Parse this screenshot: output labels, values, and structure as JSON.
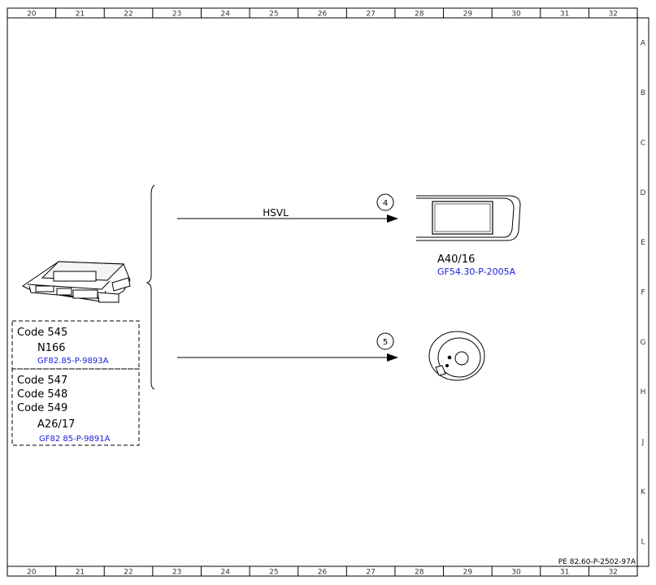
{
  "frame": {
    "columns": [
      "20",
      "21",
      "22",
      "23",
      "24",
      "25",
      "26",
      "27",
      "28",
      "29",
      "30",
      "31",
      "32"
    ],
    "rows": [
      "A",
      "B",
      "C",
      "D",
      "E",
      "F",
      "G",
      "H",
      "J",
      "K",
      "L"
    ]
  },
  "signals": {
    "hsvl_label": "HSVL",
    "connector_4": "4",
    "connector_5": "5"
  },
  "codes": {
    "code_545": "Code 545",
    "n166": "N166",
    "n166_ref": "GF82.85-P-9893A",
    "code_547": "Code 547",
    "code_548": "Code 548",
    "code_549": "Code 549",
    "a26_17": "A26/17",
    "a26_17_ref": "GF82 85-P-9891A"
  },
  "components": {
    "a40_16": "A40/16",
    "a40_16_ref": "GF54.30-P-2005A"
  },
  "footer": {
    "drawing_id": "PE 82.60-P-2502-97A"
  }
}
